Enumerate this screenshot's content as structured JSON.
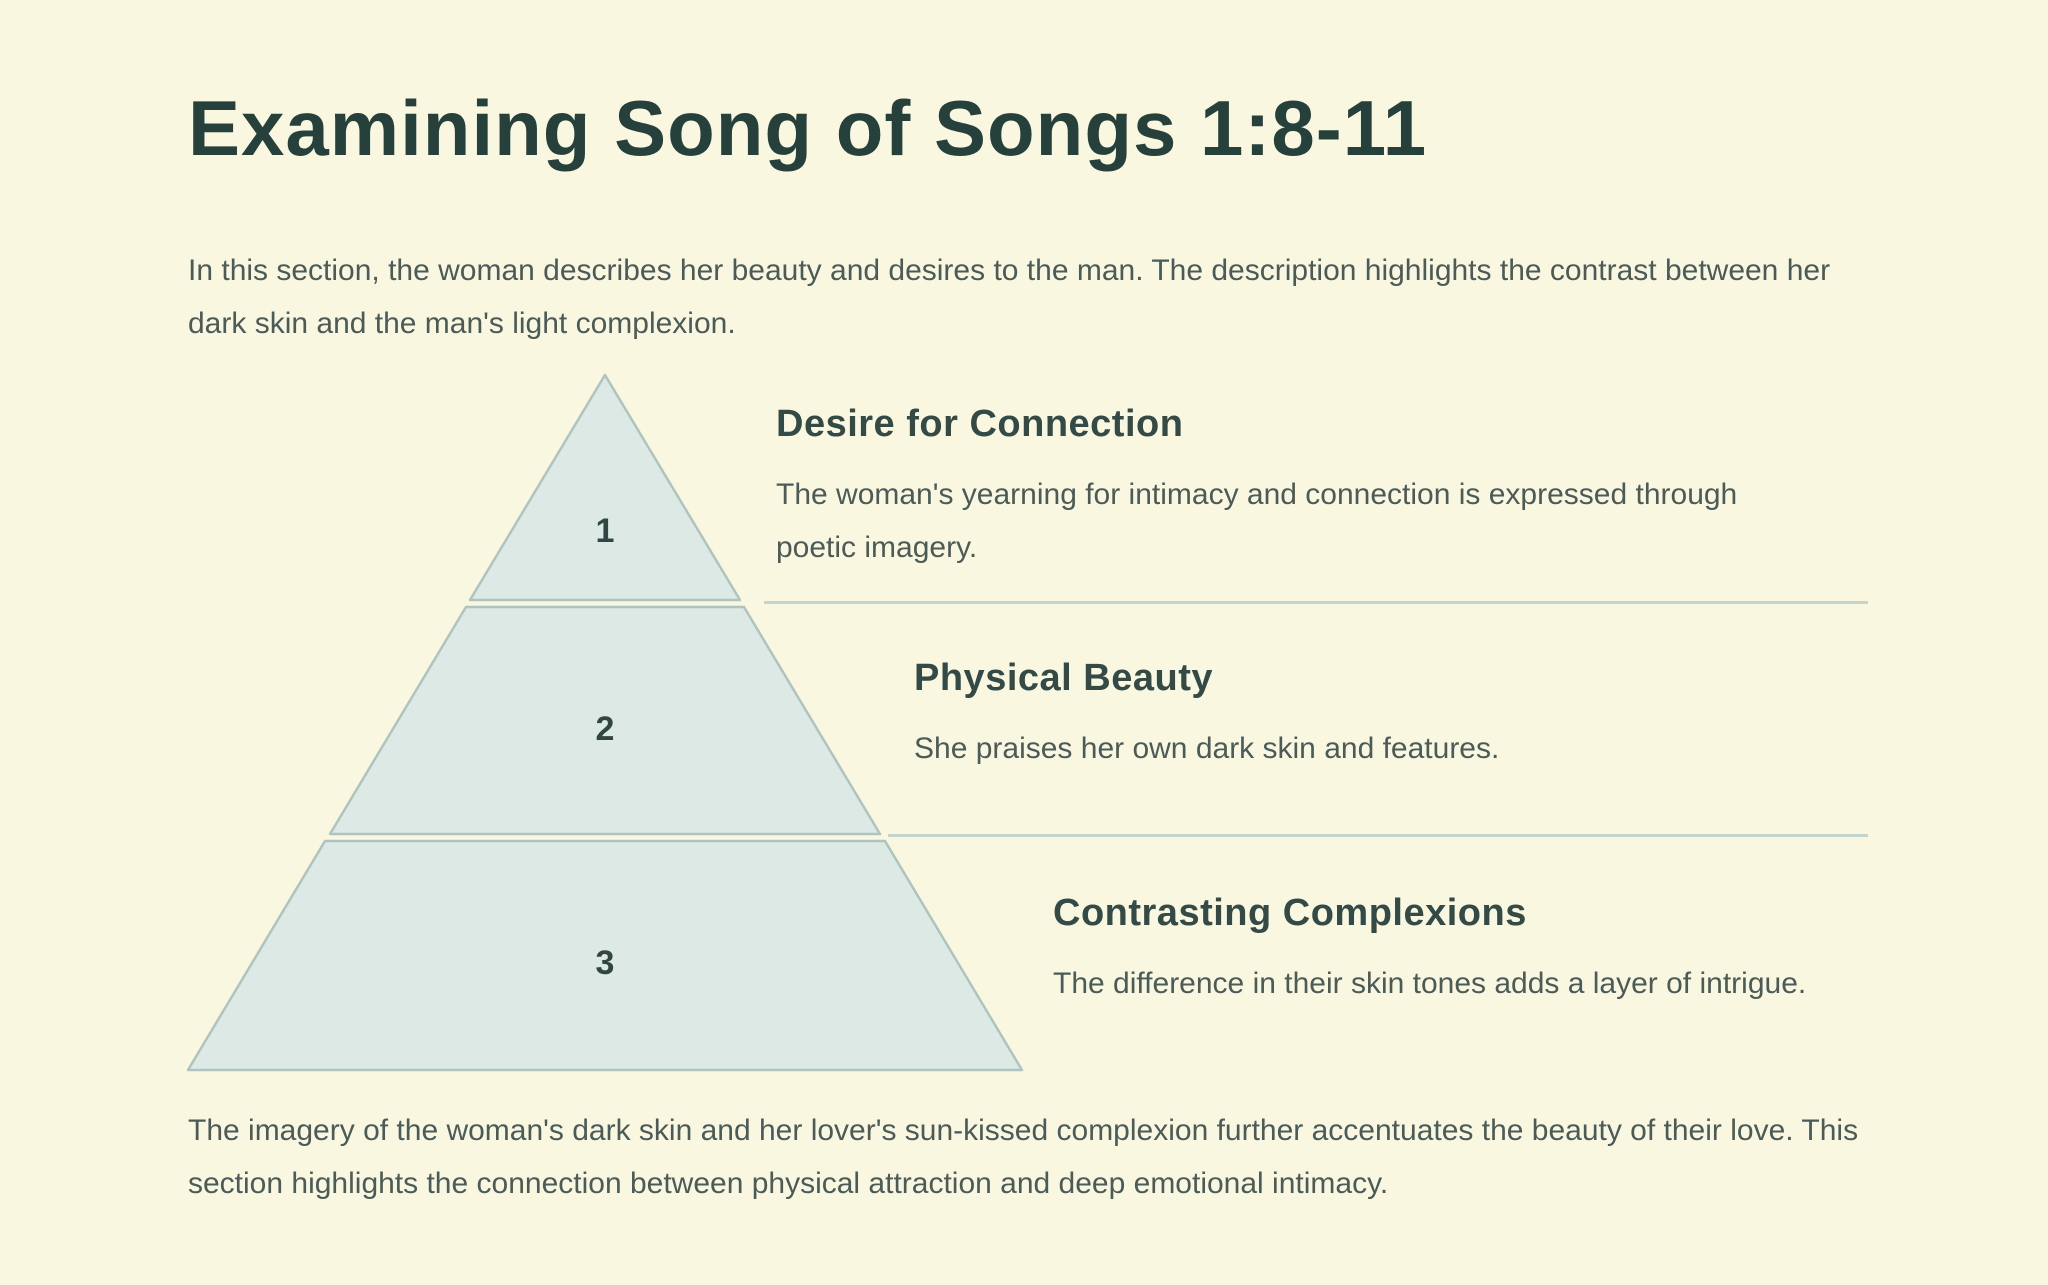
{
  "page": {
    "title": "Examining Song of Songs 1:8-11",
    "intro": "In this section, the woman describes her beauty and desires to the man. The description highlights the contrast between her dark skin and the man's light complexion.",
    "outro": "The imagery of the woman's dark skin and her lover's sun-kissed complexion further accentuates the beauty of their love. This section highlights the connection between physical attraction and deep emotional intimacy."
  },
  "colors": {
    "background": "#FAF7E1",
    "pyramid_fill": "#DCE9E4",
    "pyramid_stroke": "#AFC4BF",
    "divider": "#C2D4CE",
    "title_text": "#26403C",
    "heading_text": "#334A47",
    "body_text": "#4A5B58"
  },
  "pyramid": {
    "type": "pyramid-diagram",
    "levels": [
      {
        "number": "1",
        "title": "Desire for Connection",
        "description": "The woman's yearning for intimacy and connection is expressed through poetic imagery."
      },
      {
        "number": "2",
        "title": "Physical Beauty",
        "description": "She praises her own dark skin and features."
      },
      {
        "number": "3",
        "title": "Contrasting Complexions",
        "description": "The difference in their skin tones adds a layer of intrigue."
      }
    ]
  }
}
